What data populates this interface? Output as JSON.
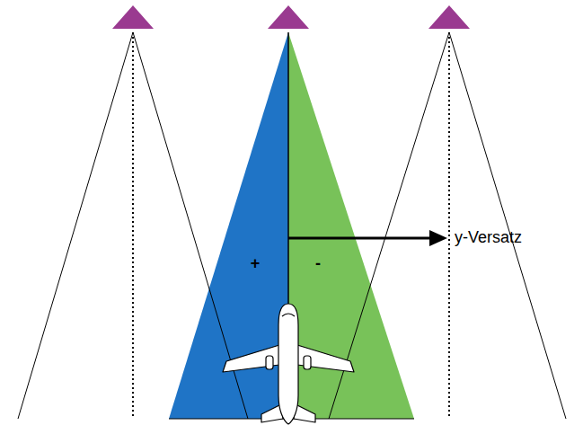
{
  "diagram": {
    "nodes": [
      {
        "text": [
          "+"
        ]
      },
      {
        "text": [
          "-"
        ]
      }
    ],
    "labels": [
      "y-Versatz"
    ]
  }
}
